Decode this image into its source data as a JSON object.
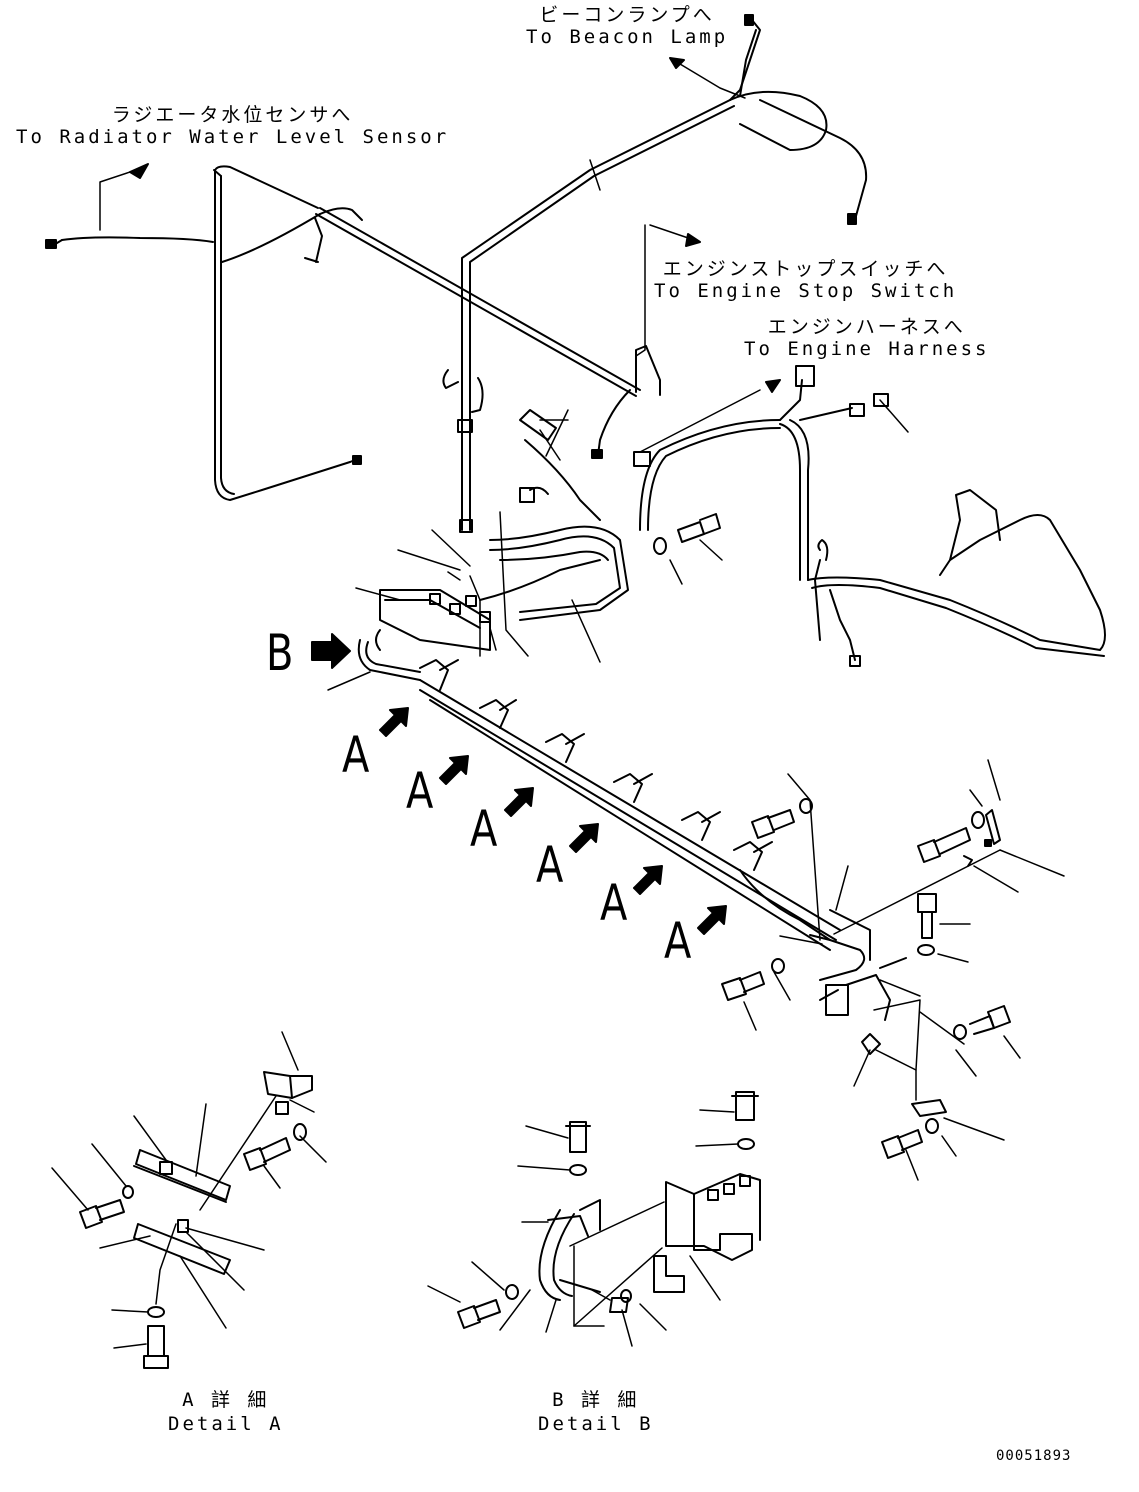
{
  "callouts": {
    "beacon": {
      "jp": "ビーコンランプへ",
      "en": "To Beacon Lamp"
    },
    "radiator": {
      "jp": "ラジエータ水位センサへ",
      "en": "To Radiator Water Level Sensor"
    },
    "engine_stop": {
      "jp": "エンジンストップスイッチへ",
      "en": "To Engine Stop Switch"
    },
    "engine_harness": {
      "jp": "エンジンハーネスへ",
      "en": "To Engine Harness"
    }
  },
  "view_marks": {
    "b": "B",
    "a1": "A",
    "a2": "A",
    "a3": "A",
    "a4": "A",
    "a5": "A",
    "a6": "A"
  },
  "details": {
    "a": {
      "jp": "A 詳 細",
      "en": "Detail A"
    },
    "b": {
      "jp": "B 詳 細",
      "en": "Detail B"
    }
  },
  "drawing_number": "00051893",
  "line_color": "#000000"
}
